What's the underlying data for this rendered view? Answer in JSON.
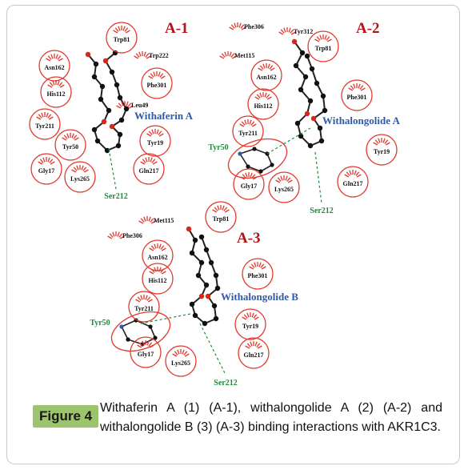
{
  "panels": {
    "a1": {
      "label": "A-1",
      "ligand": "Withaferin A",
      "residues": [
        "Trp81",
        "Asn162",
        "Trp222",
        "Phe301",
        "His112",
        "Leu49",
        "Tyr211",
        "Tyr50",
        "Tyr19",
        "Gly17",
        "Lys265",
        "Gln217",
        "Ser212"
      ]
    },
    "a2": {
      "label": "A-2",
      "ligand": "Withalongolide A",
      "residues": [
        "Phe306",
        "Tyr312",
        "Trp81",
        "Met115",
        "Asn162",
        "His112",
        "Phe301",
        "Tyr211",
        "Tyr50",
        "Tyr19",
        "Gly17",
        "Lys265",
        "Gln217",
        "Ser212"
      ]
    },
    "a3": {
      "label": "A-3",
      "ligand": "Withalongolide B",
      "residues": [
        "Met115",
        "Trp81",
        "Phe306",
        "Asn162",
        "His112",
        "Phe301",
        "Tyr211",
        "Tyr50",
        "Tyr19",
        "Gly17",
        "Gln217",
        "Lys265",
        "Ser212"
      ]
    }
  },
  "caption": {
    "figure_label": "Figure 4",
    "text": "Withaferin A (1) (A-1), withalongolide A (2) (A-2) and withalongolide B (3) (A-3) binding interactions with AKR1C3."
  },
  "colors": {
    "residue_circle": "#e03a2e",
    "ligand_name": "#2f58a6",
    "hbond_residue": "#1e8a3a",
    "figure_label_bg": "#9cc46a"
  }
}
